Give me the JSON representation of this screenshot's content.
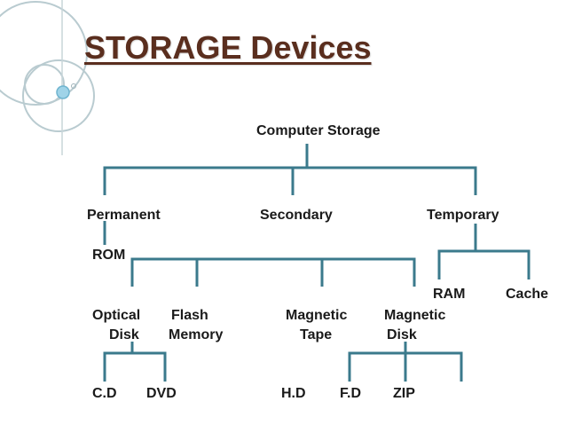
{
  "title": "STORAGE Devices",
  "colors": {
    "title": "#5a2e1e",
    "connector": "#3b7a8c",
    "decoration": "#b9cbd0",
    "text": "#1a1a1a"
  },
  "nodes": {
    "root": "Computer Storage",
    "permanent": "Permanent",
    "secondary": "Secondary",
    "temporary": "Temporary",
    "rom": "ROM",
    "ram": "RAM",
    "cache": "Cache",
    "optical_disk_line1": "Optical",
    "optical_disk_line2": "Disk",
    "flash_memory_line1": "Flash",
    "flash_memory_line2": "Memory",
    "magnetic_tape_line1": "Magnetic",
    "magnetic_tape_line2": "Tape",
    "magnetic_disk_line1": "Magnetic",
    "magnetic_disk_line2": "Disk",
    "cd": "C.D",
    "dvd": "DVD",
    "hd": "H.D",
    "fd": "F.D",
    "zip": "ZIP"
  }
}
